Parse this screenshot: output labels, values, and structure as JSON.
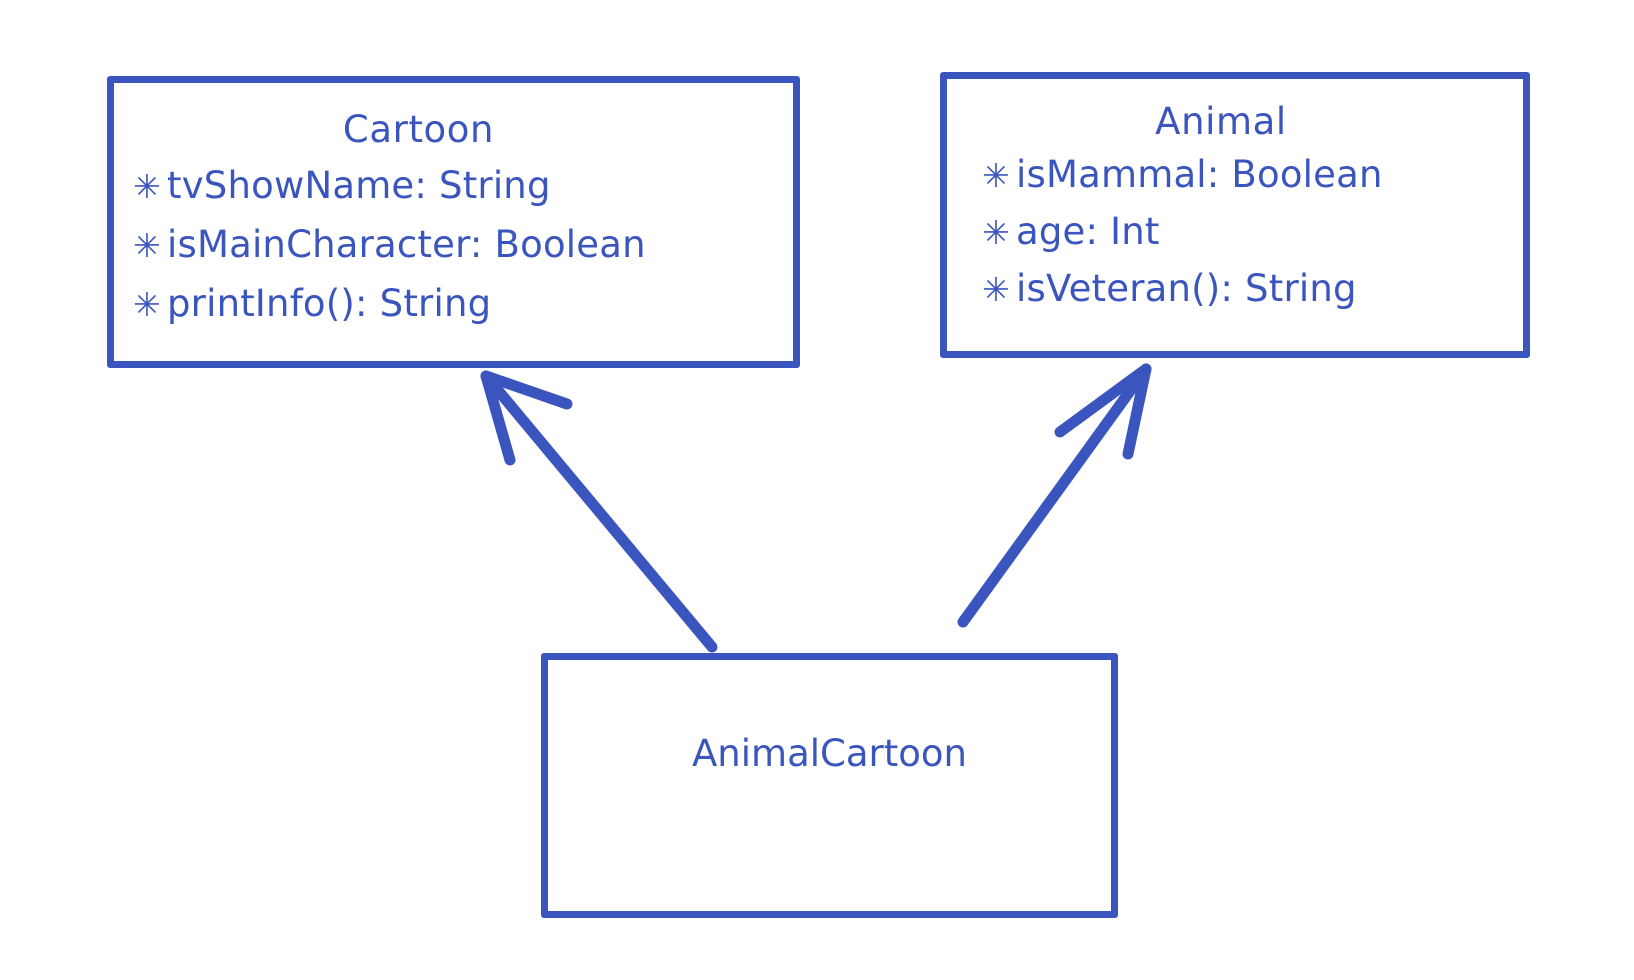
{
  "theme": {
    "ink": "#3B55BE",
    "background": "#FFFFFF",
    "stroke_width": 7
  },
  "diagram": {
    "kind": "uml-class-diagram",
    "bullet_glyph": "✳",
    "classes": [
      {
        "id": "cartoon",
        "name": "Cartoon",
        "members": [
          "tvShowName: String",
          "isMainCharacter: Boolean",
          "printInfo(): String"
        ]
      },
      {
        "id": "animal",
        "name": "Animal",
        "members": [
          "isMammal: Boolean",
          "age: Int",
          "isVeteran(): String"
        ]
      },
      {
        "id": "animalcartoon",
        "name": "AnimalCartoon",
        "members": []
      }
    ],
    "relationships": [
      {
        "id": "rel-animalcartoon-cartoon",
        "from": "animalcartoon",
        "to": "cartoon",
        "type": "inheritance"
      },
      {
        "id": "rel-animalcartoon-animal",
        "from": "animalcartoon",
        "to": "animal",
        "type": "inheritance"
      }
    ]
  }
}
